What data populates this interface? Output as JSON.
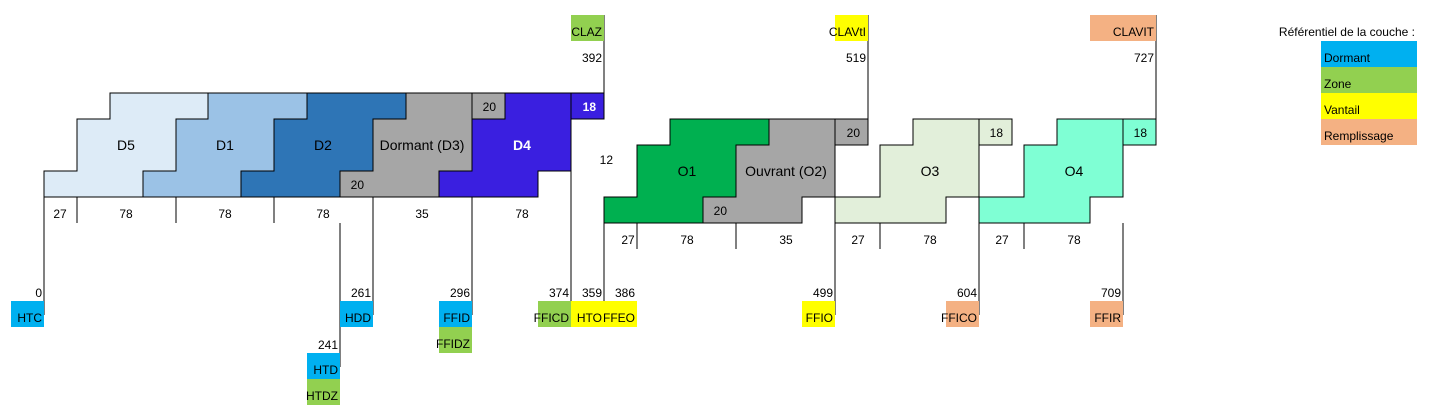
{
  "colors": {
    "dormant": "#00b0f0",
    "zone": "#92d050",
    "vantail": "#ffff00",
    "remplissage": "#f4b183",
    "d5": "#ddebf7",
    "d1": "#9bc2e6",
    "d2": "#2e75b6",
    "d3": "#a6a6a6",
    "d4": "#3a1fe0",
    "o1": "#00b050",
    "o2": "#a6a6a6",
    "o3": "#e2efda",
    "o4": "#7fffd4"
  },
  "legend": {
    "title": "Référentiel de la couche :",
    "items": [
      "Dormant",
      "Zone",
      "Vantail",
      "Remplissage"
    ]
  },
  "zones": {
    "d5": "D5",
    "d1": "D1",
    "d2": "D2",
    "d3": "Dormant (D3)",
    "d4": "D4",
    "o1": "O1",
    "o2": "Ouvrant (O2)",
    "o3": "O3",
    "o4": "O4"
  },
  "cells": {
    "d3_top": "20",
    "d4_top": "18",
    "d2_bottom": "20",
    "gap": "12",
    "o2_top": "20",
    "o2_bottom": "20",
    "o3_top": "18",
    "o4_top": "18"
  },
  "dimensions_left": [
    "27",
    "78",
    "78",
    "78",
    "35",
    "78"
  ],
  "dimensions_right": [
    "27",
    "78",
    "35",
    "27",
    "78",
    "27",
    "78"
  ],
  "top_refs": [
    {
      "label": "CLAZ",
      "value": "392"
    },
    {
      "label": "CLAVtI",
      "value": "519"
    },
    {
      "label": "CLAVIT",
      "value": "727"
    }
  ],
  "bottom_refs": [
    {
      "label": "HTC",
      "value": "0"
    },
    {
      "label": "HDD",
      "value": "261"
    },
    {
      "label": "FFID",
      "value": "296"
    },
    {
      "label": "FFIDZ",
      "value": ""
    },
    {
      "label": "HTD",
      "value": "241"
    },
    {
      "label": "HTDZ",
      "value": ""
    },
    {
      "label": "FFICD",
      "value": "374"
    },
    {
      "label": "HTO",
      "value": "359"
    },
    {
      "label": "FFEO",
      "value": "386"
    },
    {
      "label": "FFIO",
      "value": "499"
    },
    {
      "label": "FFICO",
      "value": "604"
    },
    {
      "label": "FFIR",
      "value": "709"
    }
  ]
}
